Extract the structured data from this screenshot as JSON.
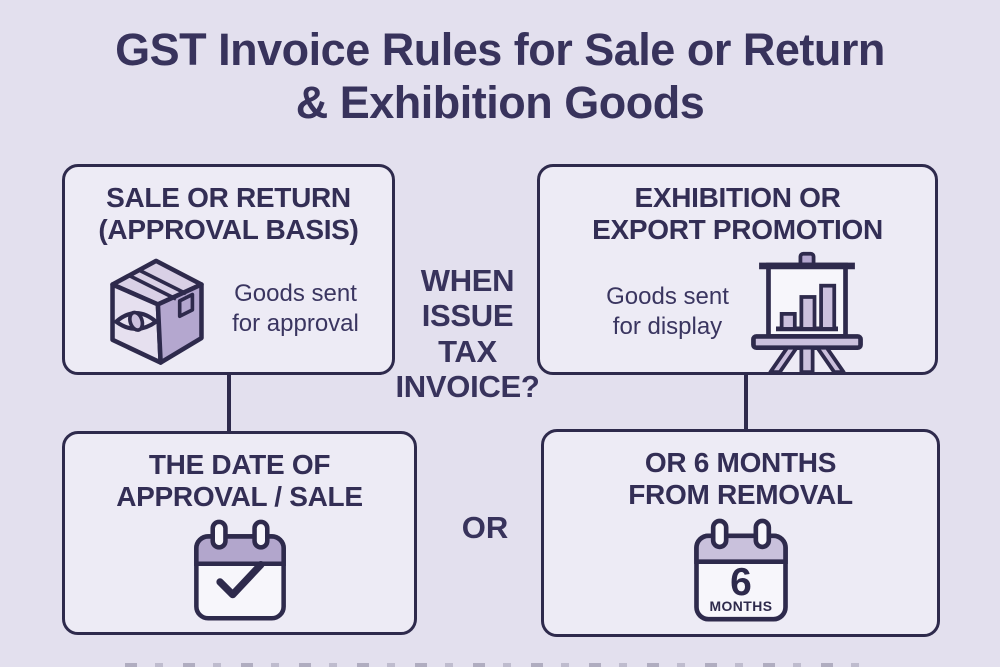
{
  "title": {
    "line1": "GST Invoice Rules for Sale or Return",
    "line2": "& Exhibition Goods"
  },
  "center_question": {
    "lines": [
      "WHEN",
      "ISSUE",
      "TAX",
      "INVOICE?"
    ]
  },
  "or_label": "OR",
  "boxes": {
    "sale_or_return": {
      "heading_line1": "SALE OR RETURN",
      "heading_line2": "(APPROVAL BASIS)",
      "caption_line1": "Goods sent",
      "caption_line2": "for approval",
      "icon": "package-with-eye-icon"
    },
    "exhibition": {
      "heading_line1": "EXHIBITION OR",
      "heading_line2": "EXPORT PROMOTION",
      "caption_line1": "Goods sent",
      "caption_line2": "for display",
      "icon": "easel-bar-chart-icon"
    },
    "date_of_approval": {
      "heading_line1": "THE DATE OF",
      "heading_line2": "APPROVAL / SALE",
      "icon": "calendar-check-icon"
    },
    "six_months": {
      "heading_line1": "OR 6 MONTHS",
      "heading_line2": "FROM REMOVAL",
      "icon": "calendar-6-months-icon",
      "calendar_number": "6",
      "calendar_label": "MONTHS"
    }
  },
  "colors": {
    "background": "#e3e0ee",
    "box_fill": "#edebf5",
    "outline": "#2e2a4c",
    "text": "#38335c",
    "icon_light": "#e6e0ef",
    "icon_mid": "#cbc0dd",
    "icon_dark": "#b4a7cf",
    "calendar_header": "#b2a6cc",
    "calendar_header_light": "#c9c1dc",
    "icon_white": "#f7f6fb"
  }
}
